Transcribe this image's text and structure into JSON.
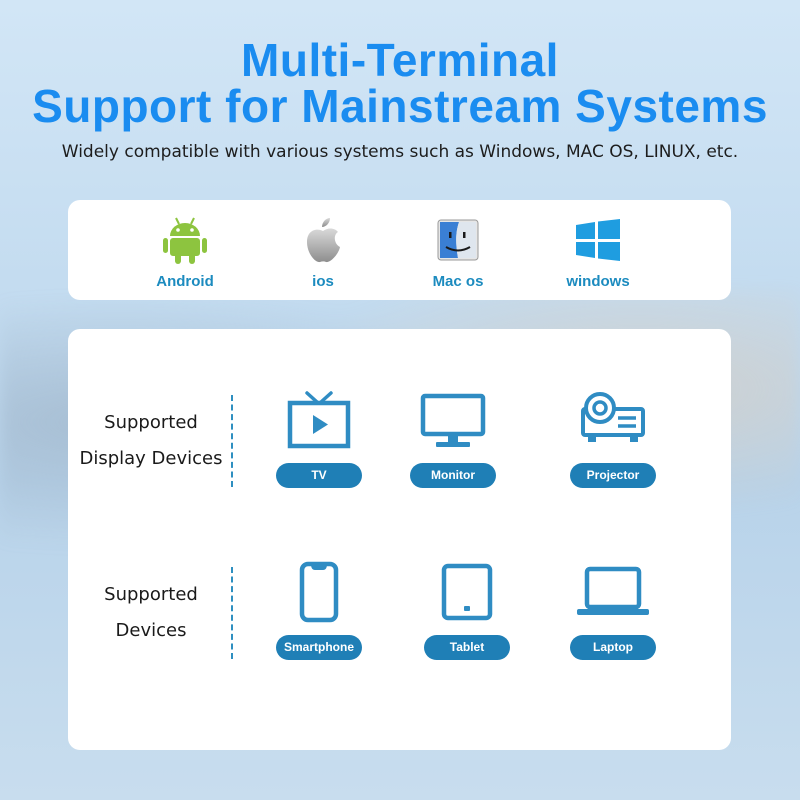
{
  "header": {
    "title_line1": "Multi-Terminal",
    "title_line2": "Support for Mainstream Systems",
    "subtitle": "Widely compatible with various systems such as Windows, MAC OS, LINUX, etc."
  },
  "systems": [
    {
      "label": "Android",
      "icon": "android-icon"
    },
    {
      "label": "ios",
      "icon": "apple-icon"
    },
    {
      "label": "Mac os",
      "icon": "finder-icon"
    },
    {
      "label": "windows",
      "icon": "windows-icon"
    }
  ],
  "display_devices": {
    "label_line1": "Supported",
    "label_line2": "Display Devices",
    "items": [
      {
        "label": "TV",
        "icon": "tv-icon"
      },
      {
        "label": "Monitor",
        "icon": "monitor-icon"
      },
      {
        "label": "Projector",
        "icon": "projector-icon"
      }
    ]
  },
  "devices": {
    "label_line1": "Supported",
    "label_line2": "Devices",
    "items": [
      {
        "label": "Smartphone",
        "icon": "smartphone-icon"
      },
      {
        "label": "Tablet",
        "icon": "tablet-icon"
      },
      {
        "label": "Laptop",
        "icon": "laptop-icon"
      }
    ]
  },
  "colors": {
    "title": "#1a8cf0",
    "accent": "#1f7fb6",
    "android_green": "#8dc43f",
    "windows_blue": "#1f9de0"
  }
}
